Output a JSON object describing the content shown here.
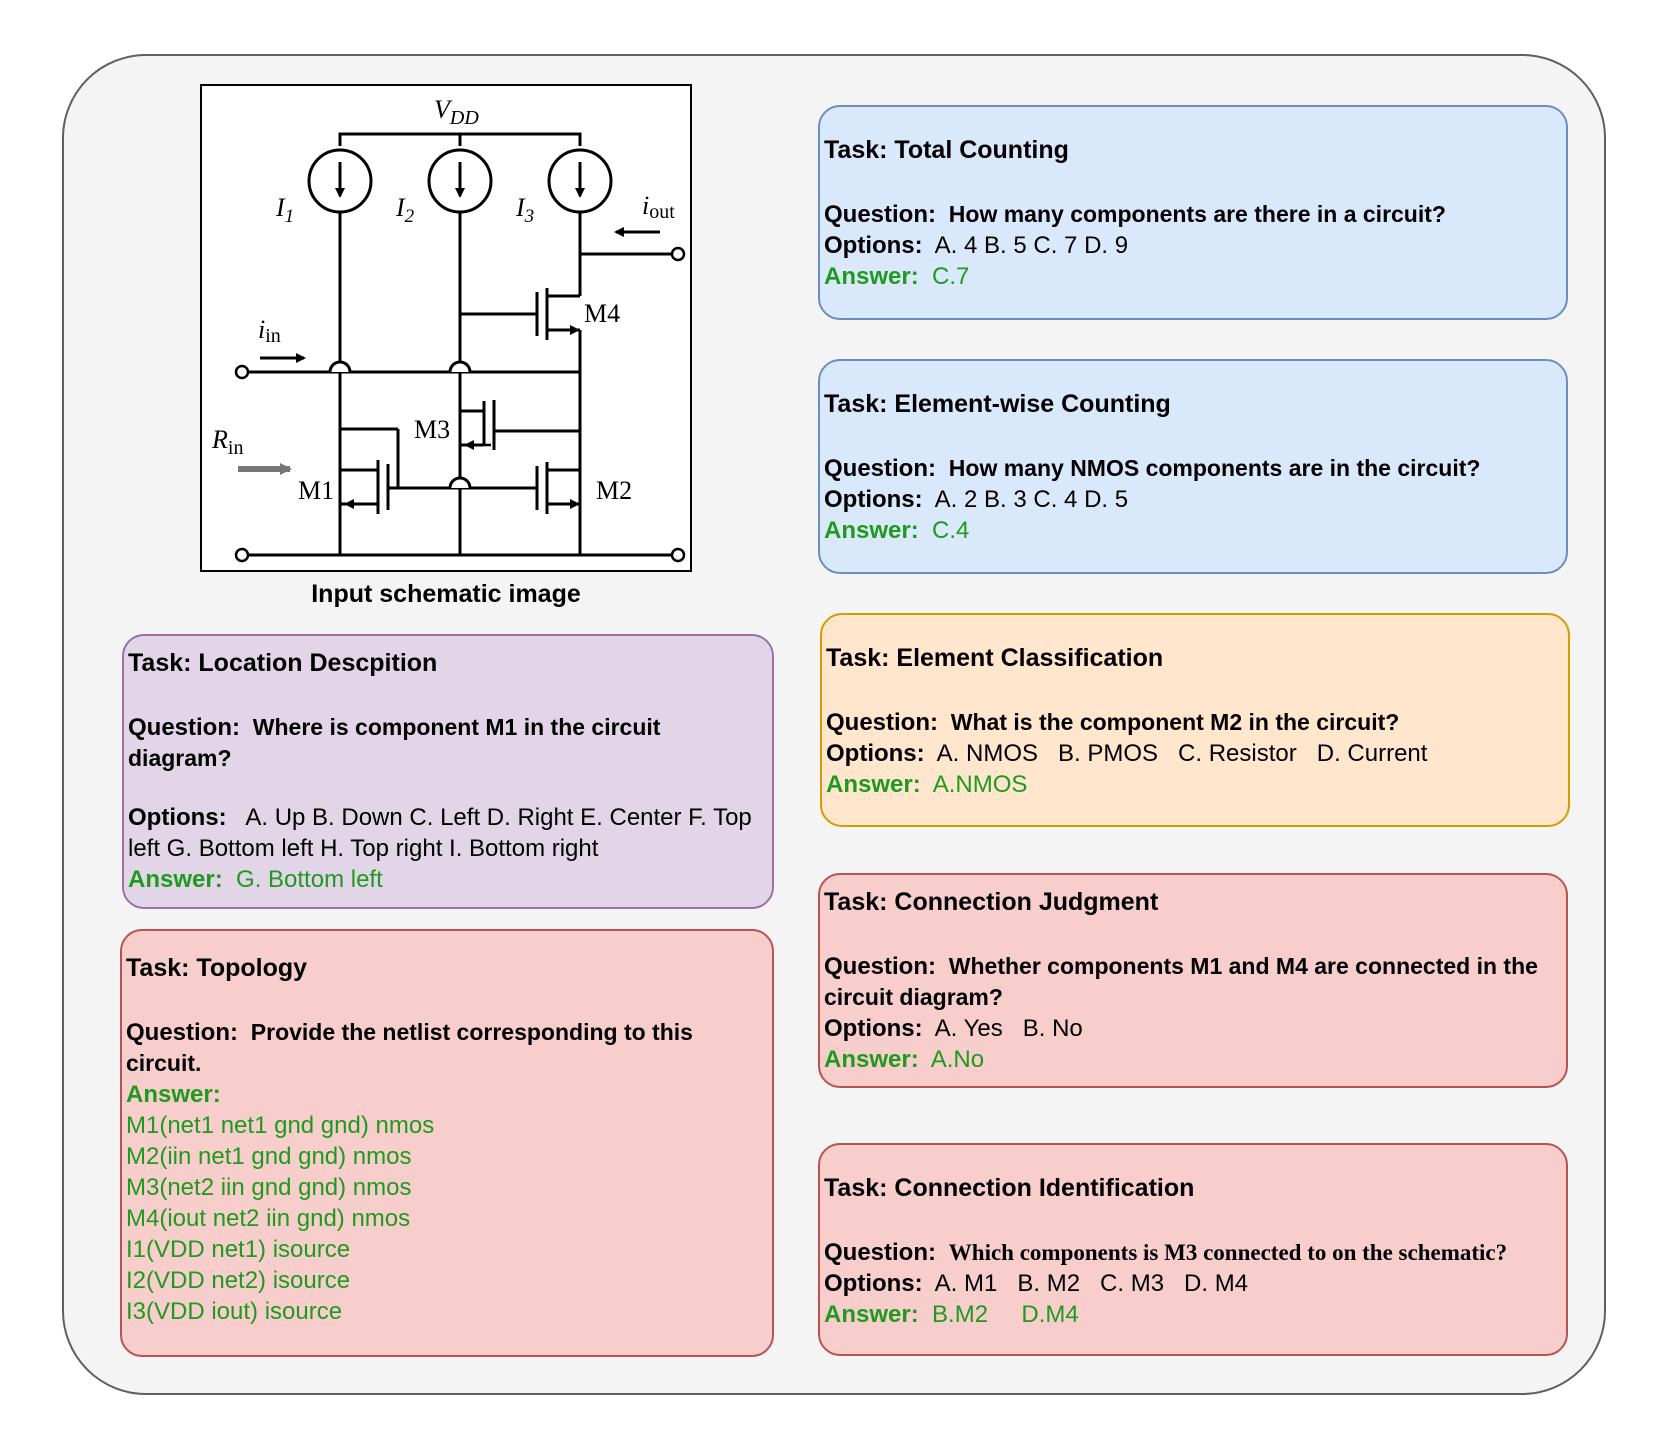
{
  "schematic": {
    "caption": "Input schematic image",
    "labels": {
      "vdd": "V",
      "vdd_sub": "DD",
      "i1": "I",
      "i1_sub": "1",
      "i2": "I",
      "i2_sub": "2",
      "i3": "I",
      "i3_sub": "3",
      "iout": "i",
      "iout_sub": "out",
      "iin": "i",
      "iin_sub": "in",
      "rin": "R",
      "rin_sub": "in",
      "m1": "M1",
      "m2": "M2",
      "m3": "M3",
      "m4": "M4"
    }
  },
  "cards": {
    "location": {
      "task": "Task: Location Descpition",
      "q_label": "Question:",
      "question": "Where is component M1 in the circuit diagram?",
      "opt_label": "Options:",
      "options": "A. Up B. Down C. Left D. Right E. Center F. Top left G. Bottom left  H. Top right I. Bottom right",
      "ans_label": "Answer:",
      "answer": "G. Bottom left"
    },
    "topology": {
      "task": "Task: Topology",
      "q_label": "Question:",
      "question": "Provide the netlist corresponding to this circuit.",
      "ans_label": "Answer:",
      "netlist": [
        "M1(net1 net1 gnd gnd) nmos",
        "M2(iin net1 gnd gnd) nmos",
        "M3(net2 iin gnd gnd) nmos",
        "M4(iout net2 iin gnd) nmos",
        "I1(VDD net1) isource",
        "I2(VDD net2) isource",
        "I3(VDD iout) isource"
      ]
    },
    "total_counting": {
      "task": "Task: Total Counting",
      "q_label": "Question:",
      "question": "How many components are there in a circuit?",
      "opt_label": "Options:",
      "options": "A. 4 B. 5 C. 7 D. 9",
      "ans_label": "Answer:",
      "answer": "C.7"
    },
    "element_counting": {
      "task": "Task: Element-wise Counting",
      "q_label": "Question:",
      "question": "How many NMOS components are in the circuit?",
      "opt_label": "Options:",
      "options": "A. 2 B. 3 C. 4 D. 5",
      "ans_label": "Answer:",
      "answer": "C.4"
    },
    "classification": {
      "task": "Task: Element Classification",
      "q_label": "Question:",
      "question": "What is the component M2 in the circuit?",
      "opt_label": "Options:",
      "options": "A. NMOS   B. PMOS   C. Resistor   D. Current",
      "ans_label": "Answer:",
      "answer": "A.NMOS"
    },
    "judgment": {
      "task": "Task: Connection Judgment",
      "q_label": "Question:",
      "question": "Whether components M1 and M4 are connected in the circuit diagram?",
      "opt_label": "Options:",
      "options": "A. Yes   B. No",
      "ans_label": "Answer:",
      "answer": "A.No"
    },
    "identification": {
      "task": "Task: Connection Identification",
      "q_label": "Question:",
      "question": "Which components is M3 connected to on the schematic?",
      "opt_label": "Options:",
      "options": "A. M1   B. M2   C. M3   D. M4",
      "ans_label": "Answer:",
      "answer": "B.M2     D.M4"
    }
  }
}
